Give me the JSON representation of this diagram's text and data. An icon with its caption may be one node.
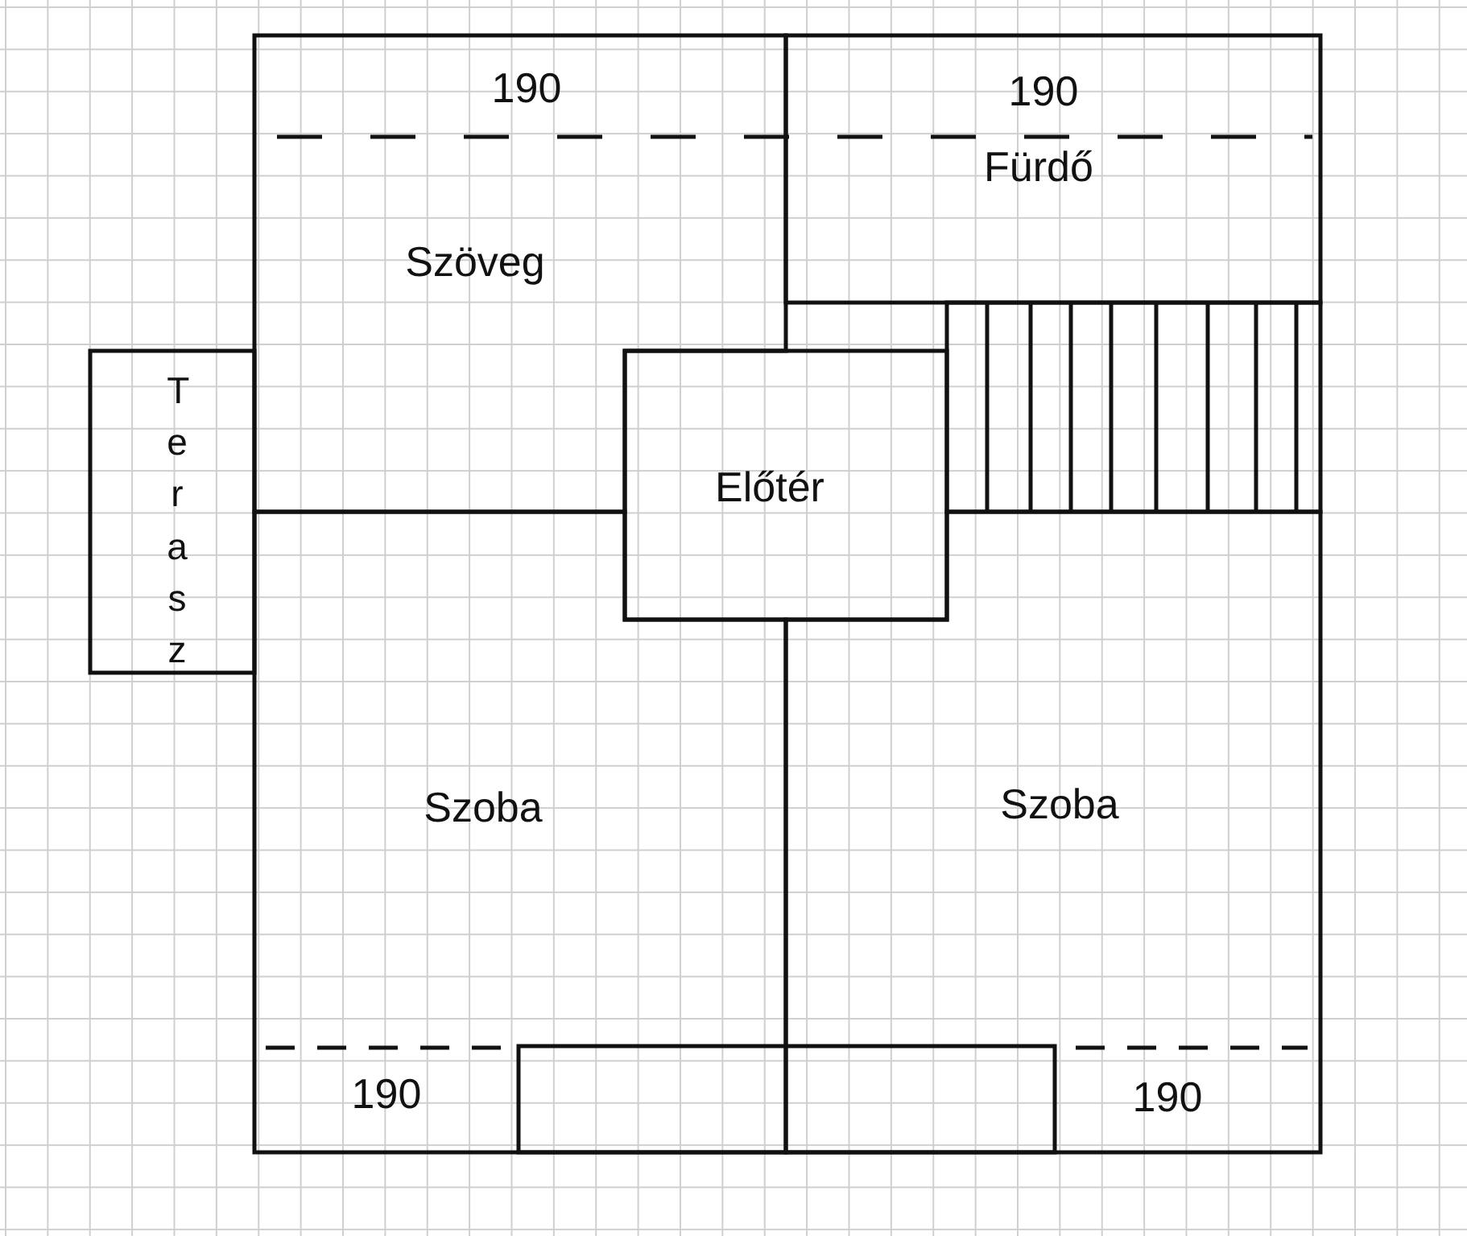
{
  "diagram": {
    "nodes": [
      {
        "text": [
          "Szöveg"
        ]
      },
      {
        "text": [
          "Fürdő"
        ]
      },
      {
        "text": [
          "Terasz"
        ]
      },
      {
        "text": [],
        "shape": "stairs"
      },
      {
        "text": [
          "Előtér"
        ]
      },
      {
        "text": [
          "Szoba"
        ]
      },
      {
        "text": [
          "Szoba"
        ]
      },
      {
        "text": [],
        "shape": "box"
      }
    ],
    "labels": [
      "190",
      "190",
      "190",
      "190"
    ]
  }
}
